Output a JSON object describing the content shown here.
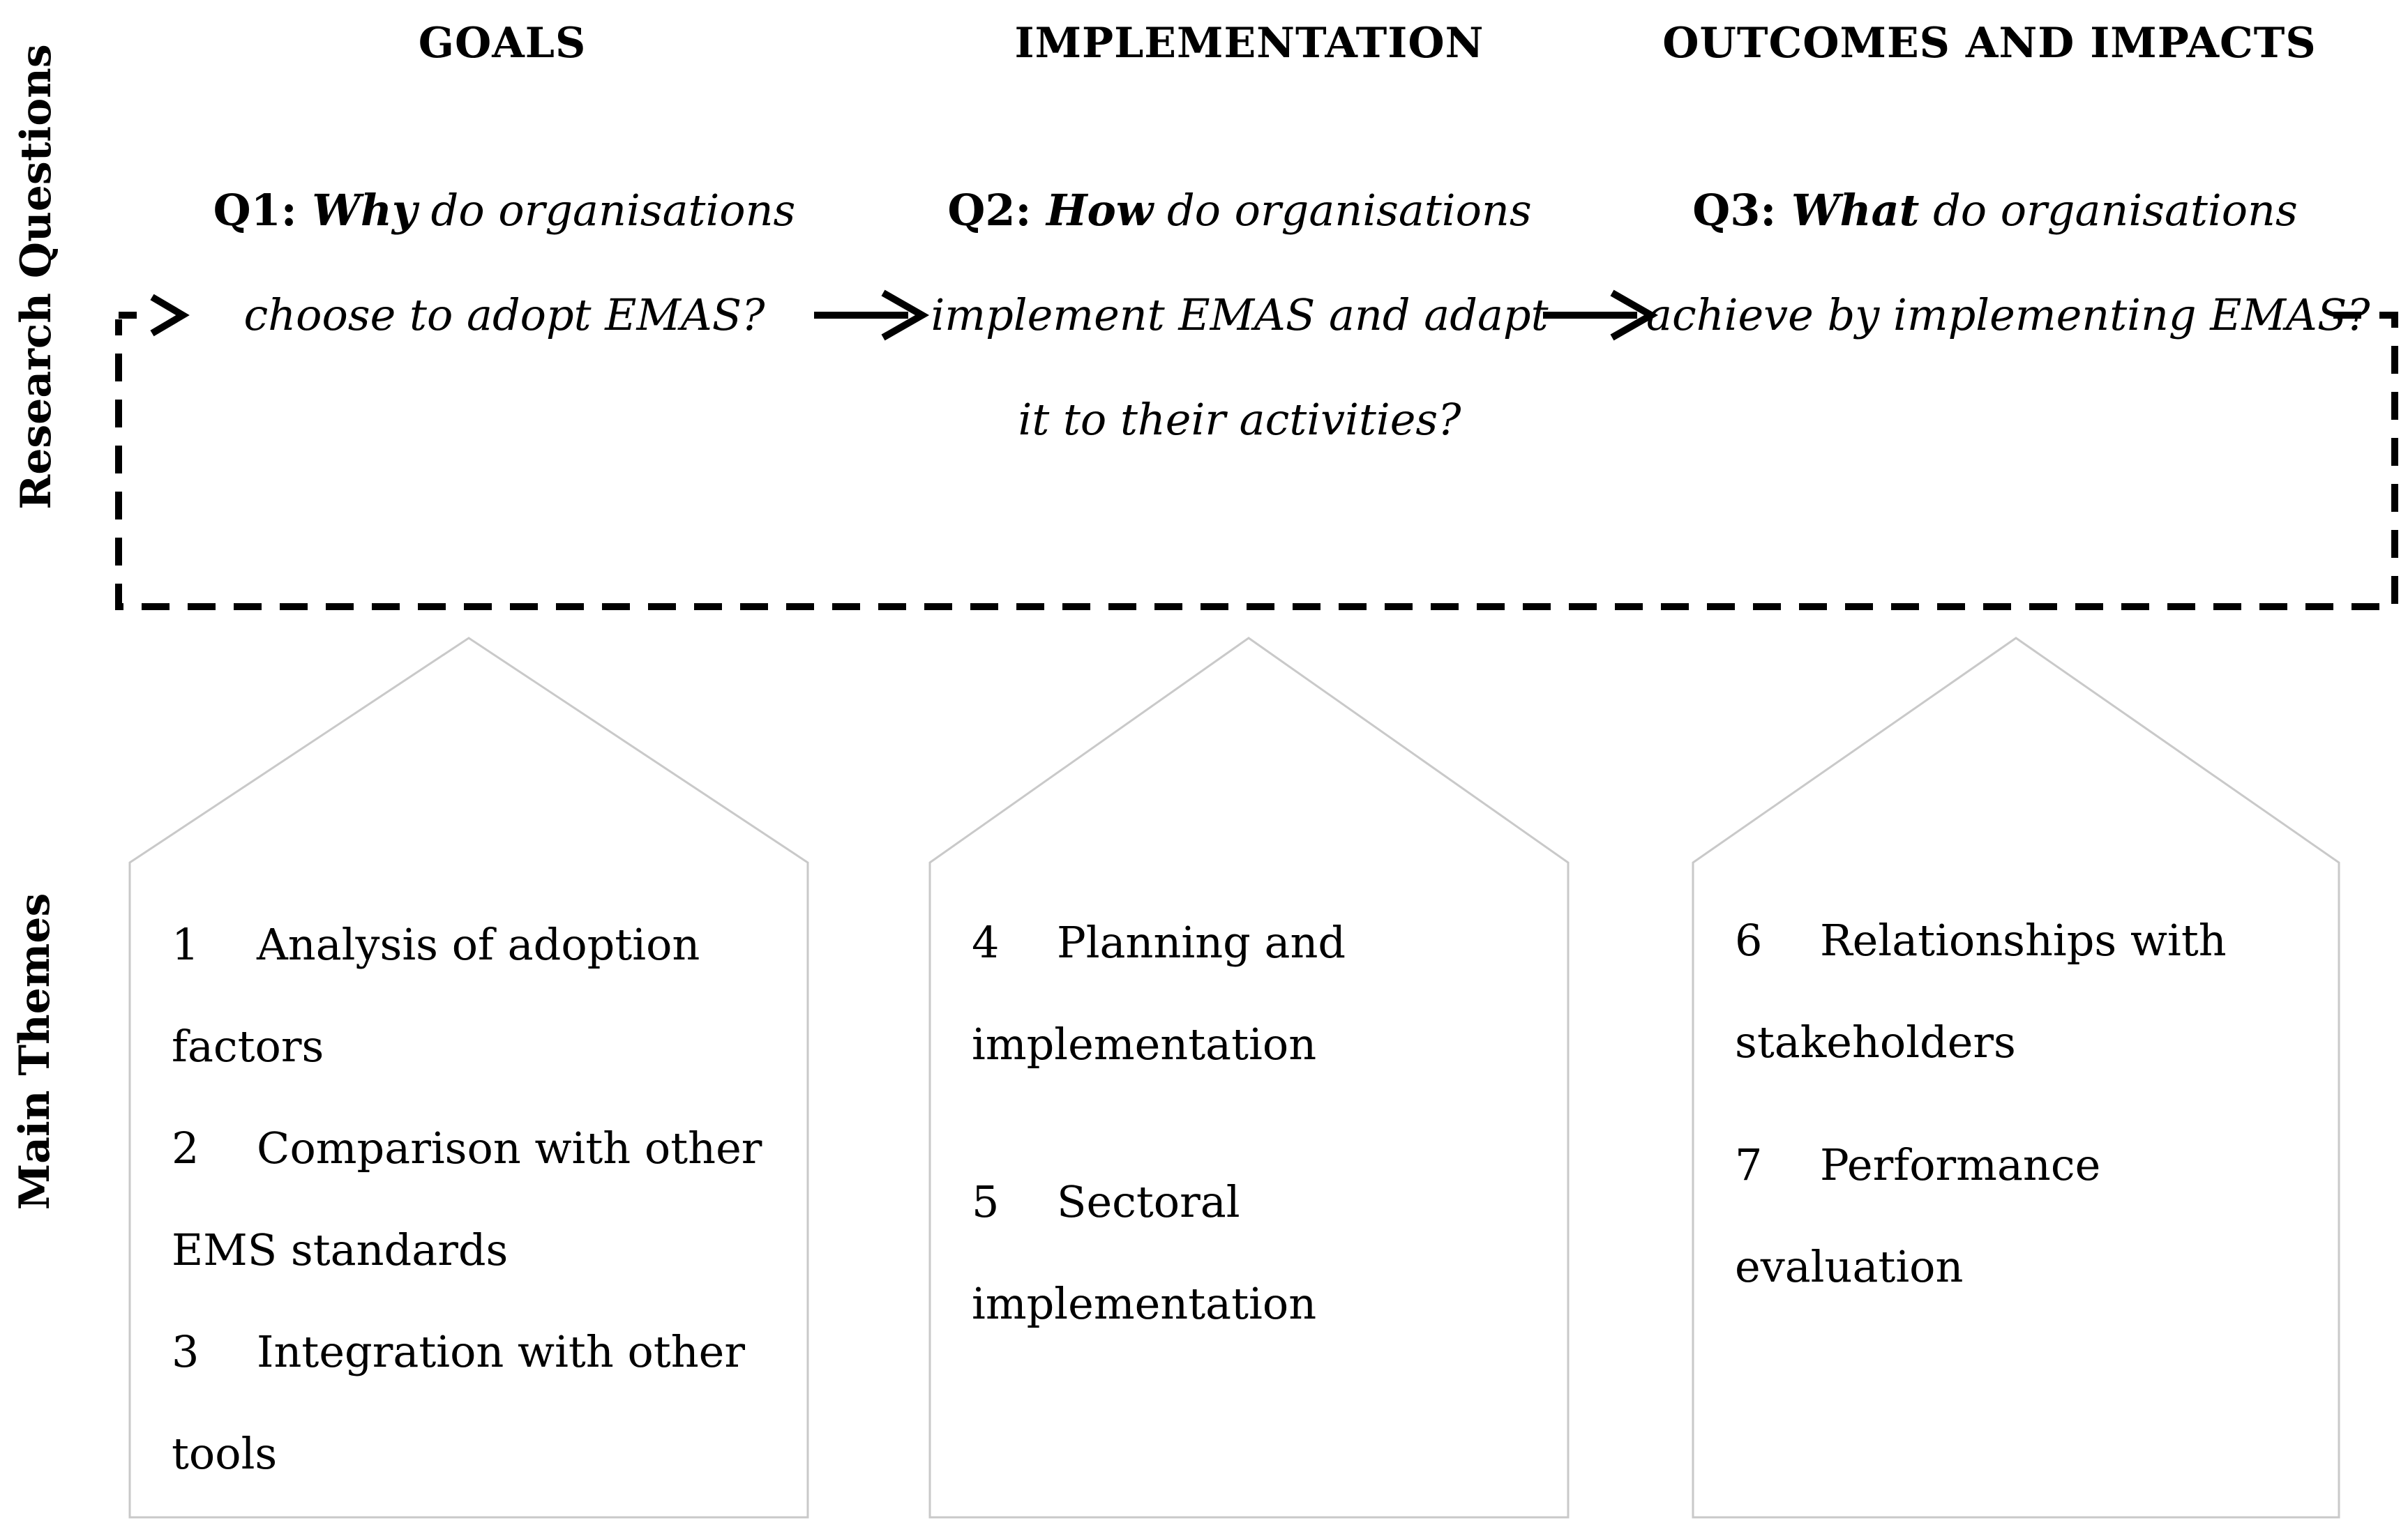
{
  "research_questions": {
    "label": "Research Questions",
    "columns": [
      {
        "header": "GOALS",
        "prefix": "Q1:",
        "keyword": " Why",
        "rest": " do organisations",
        "line2": "choose to adopt EMAS?"
      },
      {
        "header": "IMPLEMENTATION",
        "prefix": "Q2:",
        "keyword": " How",
        "rest": " do organisations",
        "line2": "implement EMAS and adapt",
        "line3": "it to their activities?"
      },
      {
        "header": "OUTCOMES AND IMPACTS",
        "prefix": "Q3:",
        "keyword": " What",
        "rest": " do organisations",
        "line2": "achieve by implementing EMAS?"
      }
    ]
  },
  "main_themes": {
    "label": "Main Themes",
    "houses": [
      {
        "items": [
          {
            "number": "1",
            "line1": "Analysis of adoption",
            "line2": "factors"
          },
          {
            "number": "2",
            "line1": "Comparison with other",
            "line2": "EMS standards"
          },
          {
            "number": "3",
            "line1": "Integration with other",
            "line2": "tools"
          }
        ]
      },
      {
        "items": [
          {
            "number": "4",
            "line1": "Planning and",
            "line2": "implementation"
          },
          {
            "number": "5",
            "line1": "Sectoral",
            "line2": "implementation"
          }
        ]
      },
      {
        "items": [
          {
            "number": "6",
            "line1": "Relationships with",
            "line2": "stakeholders"
          },
          {
            "number": "7",
            "line1": "Performance",
            "line2": "evaluation"
          }
        ]
      }
    ]
  },
  "colors": {
    "house_border": "#c9c9c9",
    "ink": "#000000"
  }
}
